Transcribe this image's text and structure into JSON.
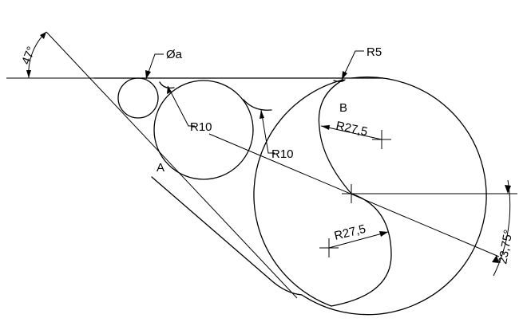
{
  "labels": {
    "angle_47": "47°",
    "diameter_a": "Øa",
    "r5": "R5",
    "r10_left": "R10",
    "r10_mid": "R10",
    "r27_upper": "R27,5",
    "r27_lower": "R27,5",
    "angle_2375": "23,75°",
    "point_a": "A",
    "point_b": "B"
  },
  "colors": {
    "line": "#000000",
    "background": "#ffffff"
  }
}
